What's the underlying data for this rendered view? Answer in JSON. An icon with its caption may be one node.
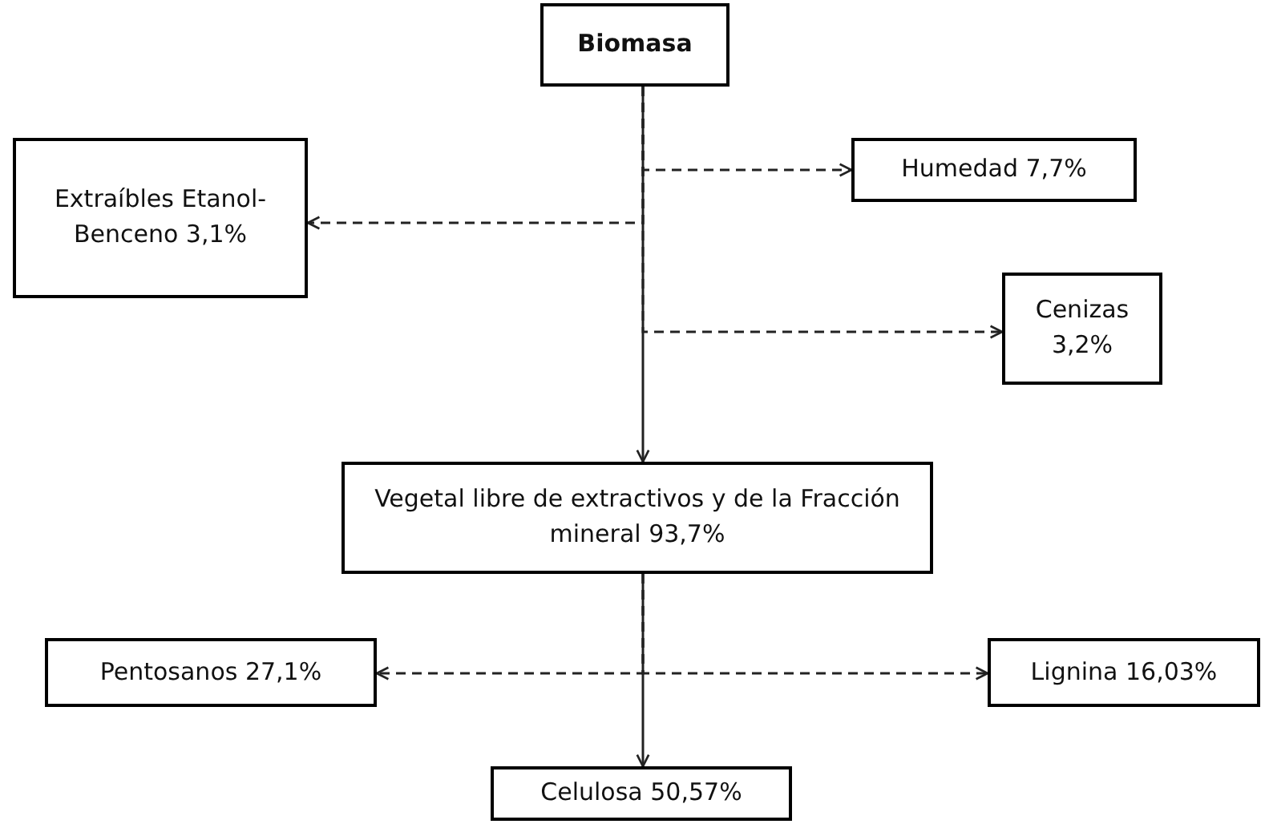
{
  "diagram": {
    "nodes": [
      {
        "text": [
          "Biomasa"
        ]
      },
      {
        "text": [
          "Extraíbles Etanol-Benceno 3,1%"
        ]
      },
      {
        "text": [
          "Humedad 7,7%"
        ]
      },
      {
        "text": [
          "Cenizas 3,2%"
        ]
      },
      {
        "text": [
          "Vegetal libre de extractivos y de la Fracción mineral 93,7%"
        ]
      },
      {
        "text": [
          "Pentosanos 27,1%"
        ]
      },
      {
        "text": [
          "Lignina 16,03%"
        ]
      },
      {
        "text": [
          "Celulosa 50,57%"
        ]
      }
    ],
    "edges": [
      {
        "from": 0,
        "to": 4,
        "arrow": "to"
      },
      {
        "from": 0,
        "to": 2,
        "arrow": "to",
        "style": "dashed"
      },
      {
        "from": 0,
        "to": 1,
        "arrow": "to",
        "style": "dashed"
      },
      {
        "from": 0,
        "to": 3,
        "arrow": "to",
        "style": "dashed"
      },
      {
        "from": 4,
        "to": 7,
        "arrow": "to"
      },
      {
        "from": 4,
        "to": 5,
        "arrow": "to",
        "style": "dashed"
      },
      {
        "from": 4,
        "to": 6,
        "arrow": "to",
        "style": "dashed"
      }
    ]
  }
}
